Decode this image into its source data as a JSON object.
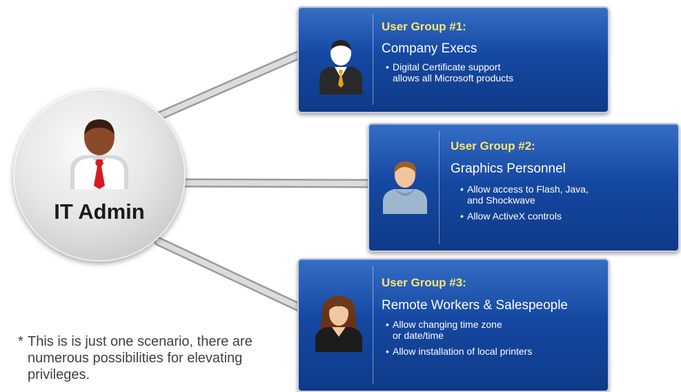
{
  "hub": {
    "title": "IT Admin",
    "avatar_icon": "admin-person-icon"
  },
  "groups": [
    {
      "heading": "User Group #1:",
      "name": "Company Execs",
      "avatar_icon": "executive-icon",
      "bullets": [
        "Digital Certificate support\nallows all Microsoft products"
      ]
    },
    {
      "heading": "User Group #2:",
      "name": "Graphics Personnel",
      "avatar_icon": "designer-icon",
      "bullets": [
        "Allow access to Flash, Java,\nand Shockwave",
        "Allow ActiveX controls"
      ]
    },
    {
      "heading": "User Group #3:",
      "name": "Remote Workers & Salespeople",
      "avatar_icon": "saleswoman-icon",
      "bullets": [
        "Allow changing time zone\nor date/time",
        "Allow installation of local printers"
      ]
    }
  ],
  "footnote": {
    "marker": "*",
    "text": "This is is just one scenario, there are numerous possibilities for elevating privileges."
  },
  "colors": {
    "card": "#1548a2",
    "heading": "#ffe566",
    "connector": "#b8b8b8"
  }
}
